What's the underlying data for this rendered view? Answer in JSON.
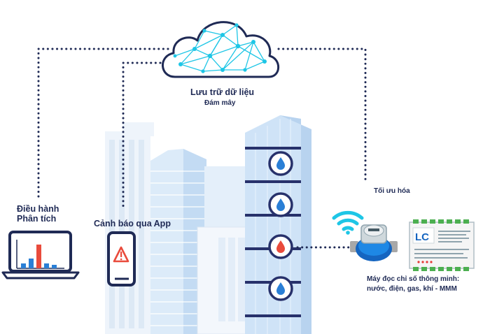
{
  "labels": {
    "cloud_title": "Lưu trữ dữ liệu",
    "cloud_subtitle": "Đám mây",
    "optimize": "Tối ưu hóa",
    "operate_line1": "Điều hành",
    "operate_line2": "Phân tích",
    "alert": "Cảnh báo qua App",
    "meter_line1": "Máy đọc chỉ số thông minh:",
    "meter_line2": "nước, điện, gas, khí - MMM",
    "device_brand": "LC"
  },
  "icons": {
    "cloud": "cloud-network-icon",
    "laptop": "laptop-chart-icon",
    "phone": "phone-alert-icon",
    "wifi": "wifi-icon",
    "meter": "water-meter-icon",
    "controller": "controller-box-icon",
    "drop": "water-drop-icon"
  },
  "colors": {
    "navy": "#1f2a55",
    "cyan": "#1ec6e6",
    "blue": "#2a7fd6",
    "red": "#e94b3c",
    "building": "#cfe3f7"
  }
}
